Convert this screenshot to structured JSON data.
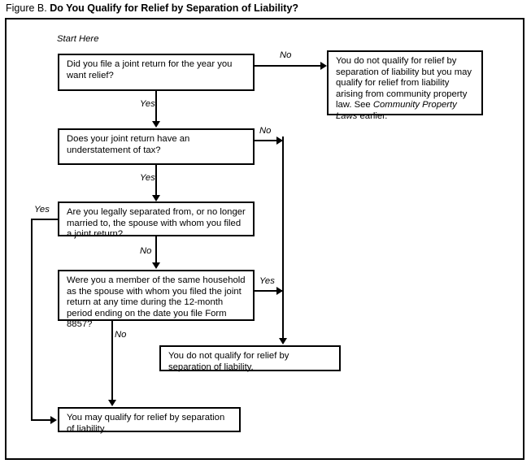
{
  "figure": {
    "label": "Figure B.",
    "title": "Do You Qualify for Relief by Separation of Liability?",
    "start_label": "Start Here"
  },
  "nodes": {
    "q1": "Did you file a joint return for the year you want relief?",
    "q2": "Does your joint return have an understatement of tax?",
    "q3": "Are you legally separated from, or no longer married to, the spouse with whom you filed a joint return?",
    "q4": "Were you a member of the same household as the spouse with whom you filed the joint return at any time during the 12-month period ending on the date you file Form 8857?",
    "outcome_community_part1": "You do not qualify for relief by separation of liability but you may qualify for relief from liability arising from community property law. See ",
    "outcome_community_italic": "Community Property Laws",
    "outcome_community_part2": " earlier.",
    "outcome_no_relief": "You do not qualify for relief by separation of liability.",
    "outcome_may_qualify": "You may qualify for relief by separation of liability."
  },
  "edges": {
    "q1_no": "No",
    "q1_yes": "Yes",
    "q2_no": "No",
    "q2_yes": "Yes",
    "q3_yes": "Yes",
    "q3_no": "No",
    "q4_yes": "Yes",
    "q4_no": "No"
  },
  "colors": {
    "ink": "#000000",
    "background": "#ffffff"
  }
}
